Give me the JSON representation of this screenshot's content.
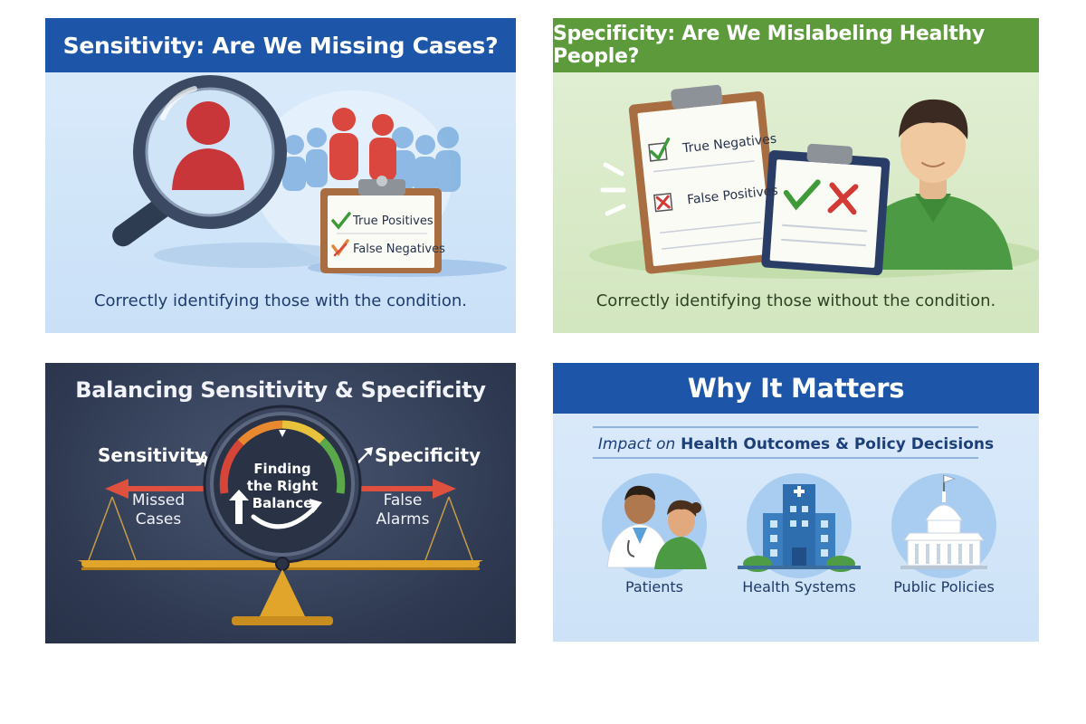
{
  "panels": {
    "sensitivity": {
      "title": "Sensitivity: Are We Missing Cases?",
      "checklist": {
        "item1": "True Positives",
        "item2": "False Negatives"
      },
      "caption": "Correctly identifying those with the condition.",
      "colors": {
        "banner": "#1d56a8",
        "accent_red": "#c8363a",
        "check_green": "#3f9a3a"
      }
    },
    "specificity": {
      "title": "Specificity: Are We Mislabeling Healthy People?",
      "checklist": {
        "item1": "True Negatives",
        "item2": "False Positives"
      },
      "caption": "Correctly identifying those without the condition.",
      "colors": {
        "banner": "#5c9a3c",
        "accent_red": "#d33a36",
        "check_green": "#3f9a3a"
      }
    },
    "balance": {
      "title": "Balancing Sensitivity & Specificity",
      "left_label": "Sensitivity",
      "right_label": "Specificity",
      "left_sub": "Missed Cases",
      "right_sub": "False Alarms",
      "gauge_text": "Finding the Right Balance",
      "colors": {
        "arrow": "#e0503f",
        "scale": "#e2a52b"
      }
    },
    "why": {
      "title": "Why It Matters",
      "impact_prefix": "Impact on",
      "impact_rest": "Health Outcomes & Policy Decisions",
      "stakeholders": [
        "Patients",
        "Health Systems",
        "Public Policies"
      ],
      "icons": [
        "doctor-and-patient-icon",
        "hospital-icon",
        "capitol-building-icon"
      ]
    }
  }
}
